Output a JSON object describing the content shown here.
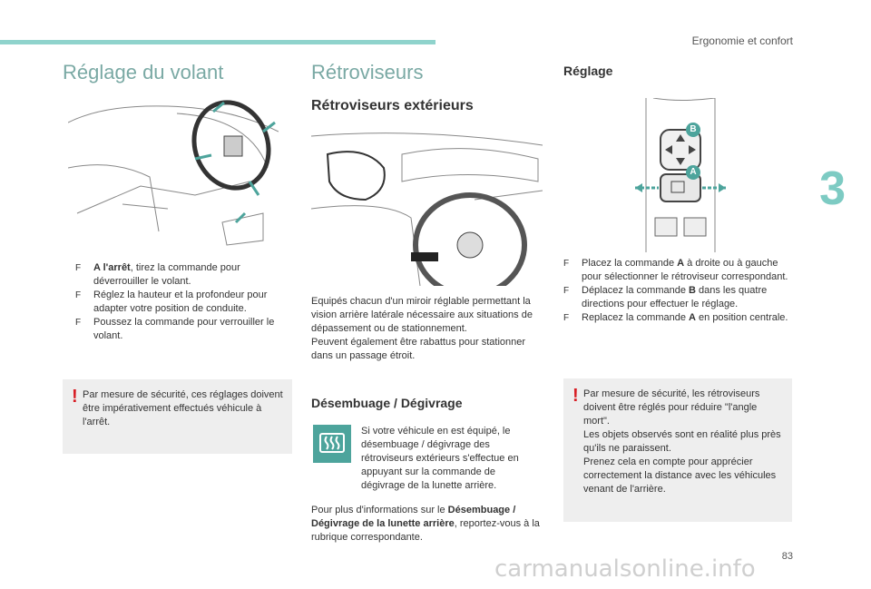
{
  "header": {
    "section": "Ergonomie et confort",
    "chapter": "3",
    "page": "83"
  },
  "watermark": "carmanualsonline.info",
  "col1": {
    "title": "Réglage du volant",
    "bullets": [
      {
        "bold": "A l'arrêt",
        "text": ", tirez la commande pour déverrouiller le volant."
      },
      {
        "bold": "",
        "text": "Réglez la hauteur et la profondeur pour adapter votre position de conduite."
      },
      {
        "bold": "",
        "text": "Poussez la commande pour verrouiller le volant."
      }
    ],
    "bullet_glyph": "F",
    "warning": "Par mesure de sécurité, ces réglages doivent être impérativement effectués véhicule à l'arrêt."
  },
  "col2": {
    "title": "Rétroviseurs",
    "subtitle": "Rétroviseurs extérieurs",
    "intro": [
      "Equipés chacun d'un miroir réglable permettant la vision arrière latérale nécessaire aux situations de dépassement ou de stationnement.",
      "Peuvent également être rabattus pour stationner dans un passage étroit."
    ],
    "defog_title": "Désembuage / Dégivrage",
    "defog_text": "Si votre véhicule en est équipé, le désembuage / dégivrage des rétroviseurs extérieurs s'effectue en appuyant sur la commande de dégivrage de la lunette arrière.",
    "more_prefix": "Pour plus d'informations sur le ",
    "more_bold": "Désembuage / Dégivrage de la lunette arrière",
    "more_suffix": ", reportez-vous à la rubrique correspondante."
  },
  "col3": {
    "title": "Réglage",
    "label_a": "A",
    "label_b": "B",
    "bullets": [
      {
        "pre": "Placez la commande ",
        "bold": "A",
        "post": " à droite ou à gauche pour sélectionner le rétroviseur correspondant."
      },
      {
        "pre": "Déplacez la commande ",
        "bold": "B",
        "post": " dans les quatre directions pour effectuer le réglage."
      },
      {
        "pre": "Replacez la commande ",
        "bold": "A",
        "post": " en position centrale."
      }
    ],
    "warning": [
      "Par mesure de sécurité, les rétroviseurs doivent être réglés pour réduire \"l'angle mort\".",
      "Les objets observés sont en réalité plus près qu'ils ne paraissent.",
      "Prenez cela en compte pour apprécier correctement la distance avec les véhicules venant de l'arrière."
    ]
  },
  "colors": {
    "accent": "#7aa9a4",
    "teal": "#4da49c",
    "warning": "#d81e25"
  }
}
